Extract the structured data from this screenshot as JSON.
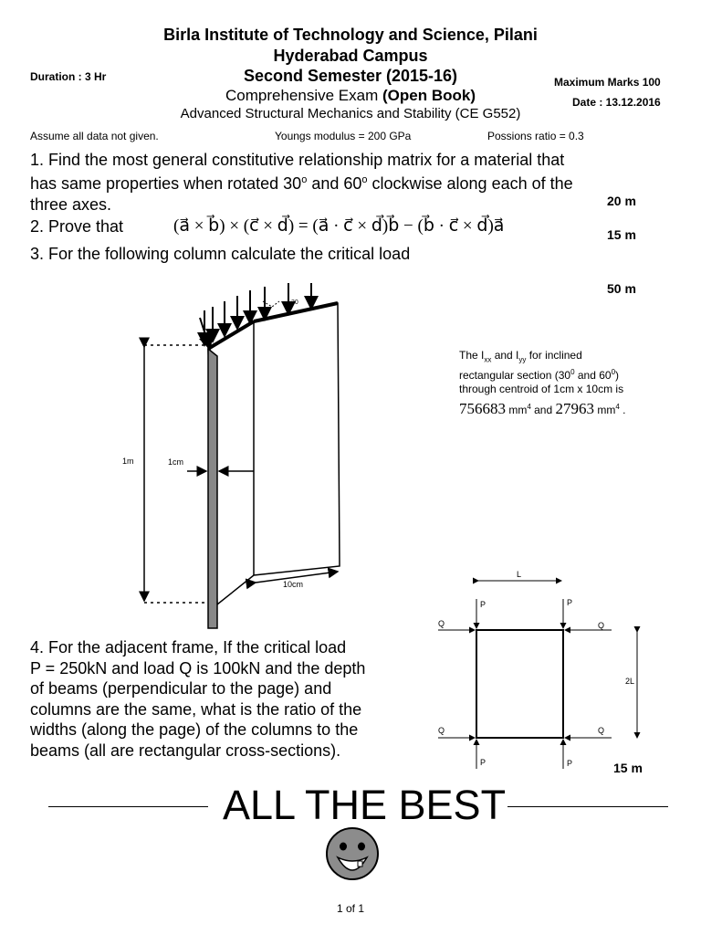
{
  "header": {
    "institute": "Birla Institute of Technology and Science, Pilani",
    "campus": "Hyderabad Campus",
    "semester": "Second Semester (2015-16)",
    "exam_prefix": "Comprehensive Exam ",
    "exam_bold": "(Open Book)",
    "course": "Advanced Structural Mechanics and Stability (CE G552)",
    "duration": "Duration :  3 Hr",
    "max_marks": "Maximum Marks  100",
    "date": "Date : 13.12.2016"
  },
  "assumptions": {
    "note": "Assume all data not given.",
    "youngs": "Youngs modulus = 200 GPa",
    "poisson": "Possions ratio = 0.3"
  },
  "q1": {
    "line1": "1. Find the most general constitutive relationship matrix for a material that",
    "line2_a": "has same properties when rotated 30",
    "line2_sup1": "o",
    "line2_b": " and 60",
    "line2_sup2": "o",
    "line2_c": " clockwise along each of the",
    "line3": "three axes.",
    "marks": "20 m"
  },
  "q2": {
    "label": "2. Prove that",
    "equation": "(a⃗ × b⃗) × (c⃗ × d⃗) = (a⃗ · c⃗ × d⃗)b⃗ − (b⃗ · c⃗ × d⃗)a⃗",
    "marks": "15 m"
  },
  "q3": {
    "text": "3. For the following column calculate the critical load",
    "marks": "50 m",
    "figure": {
      "height_label": "1m",
      "thickness_label": "1cm",
      "width_label": "10cm",
      "angle_label": "30"
    },
    "note": {
      "line1_a": "The I",
      "line1_sub1": "xx",
      "line1_b": " and I",
      "line1_sub2": "yy",
      "line1_c": " for inclined",
      "line2_a": "rectangular section (30",
      "line2_sup1": "0",
      "line2_b": " and 60",
      "line2_sup2": "0",
      "line2_c": ")",
      "line3": "through centroid of 1cm x 10cm is",
      "ixx": "756683",
      "unit1": " mm",
      "unit1_sup": "4",
      "and": " and ",
      "iyy": "27963",
      "unit2": " mm",
      "unit2_sup": "4",
      "end": " ."
    }
  },
  "q4": {
    "lines": [
      "4. For the adjacent frame, If the critical load",
      "P = 250kN and load Q is 100kN and the depth",
      "of beams (perpendicular to the page) and",
      "columns are the same, what is the ratio of the",
      "widths (along the page) of the columns to the",
      "beams (all are rectangular cross-sections)."
    ],
    "marks": "15 m",
    "figure": {
      "span_label": "L",
      "height_label": "2L",
      "p_label": "P",
      "q_label": "Q"
    }
  },
  "footer": {
    "closing": "ALL THE BEST",
    "page": "1  of  1"
  }
}
